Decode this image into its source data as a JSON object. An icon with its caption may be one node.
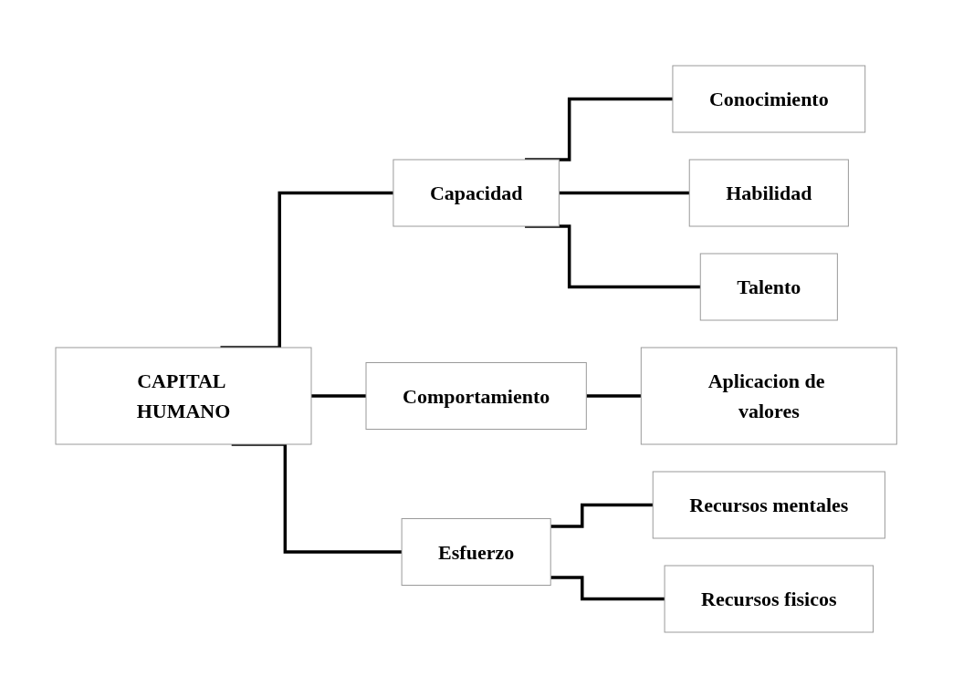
{
  "diagram": {
    "nodes": [
      {
        "text": [
          "CAPITAL HUMANO"
        ]
      },
      {
        "text": [
          "Capacidad"
        ]
      },
      {
        "text": [
          "Conocimiento"
        ]
      },
      {
        "text": [
          "Habilidad"
        ]
      },
      {
        "text": [
          "Talento"
        ]
      },
      {
        "text": [
          "Comportamiento"
        ]
      },
      {
        "text": [
          "Aplicacion de valores"
        ]
      },
      {
        "text": [
          "Esfuerzo"
        ]
      },
      {
        "text": [
          "Recursos mentales"
        ]
      },
      {
        "text": [
          "Recursos fisicos"
        ]
      }
    ],
    "edges": [
      {
        "from": 0,
        "to": 1,
        "arrow": "none"
      },
      {
        "from": 0,
        "to": 5,
        "arrow": "none"
      },
      {
        "from": 0,
        "to": 7,
        "arrow": "none"
      },
      {
        "from": 1,
        "to": 2,
        "arrow": "none"
      },
      {
        "from": 1,
        "to": 3,
        "arrow": "none"
      },
      {
        "from": 1,
        "to": 4,
        "arrow": "none"
      },
      {
        "from": 5,
        "to": 6,
        "arrow": "none"
      },
      {
        "from": 7,
        "to": 8,
        "arrow": "none"
      },
      {
        "from": 7,
        "to": 9,
        "arrow": "none"
      }
    ]
  }
}
